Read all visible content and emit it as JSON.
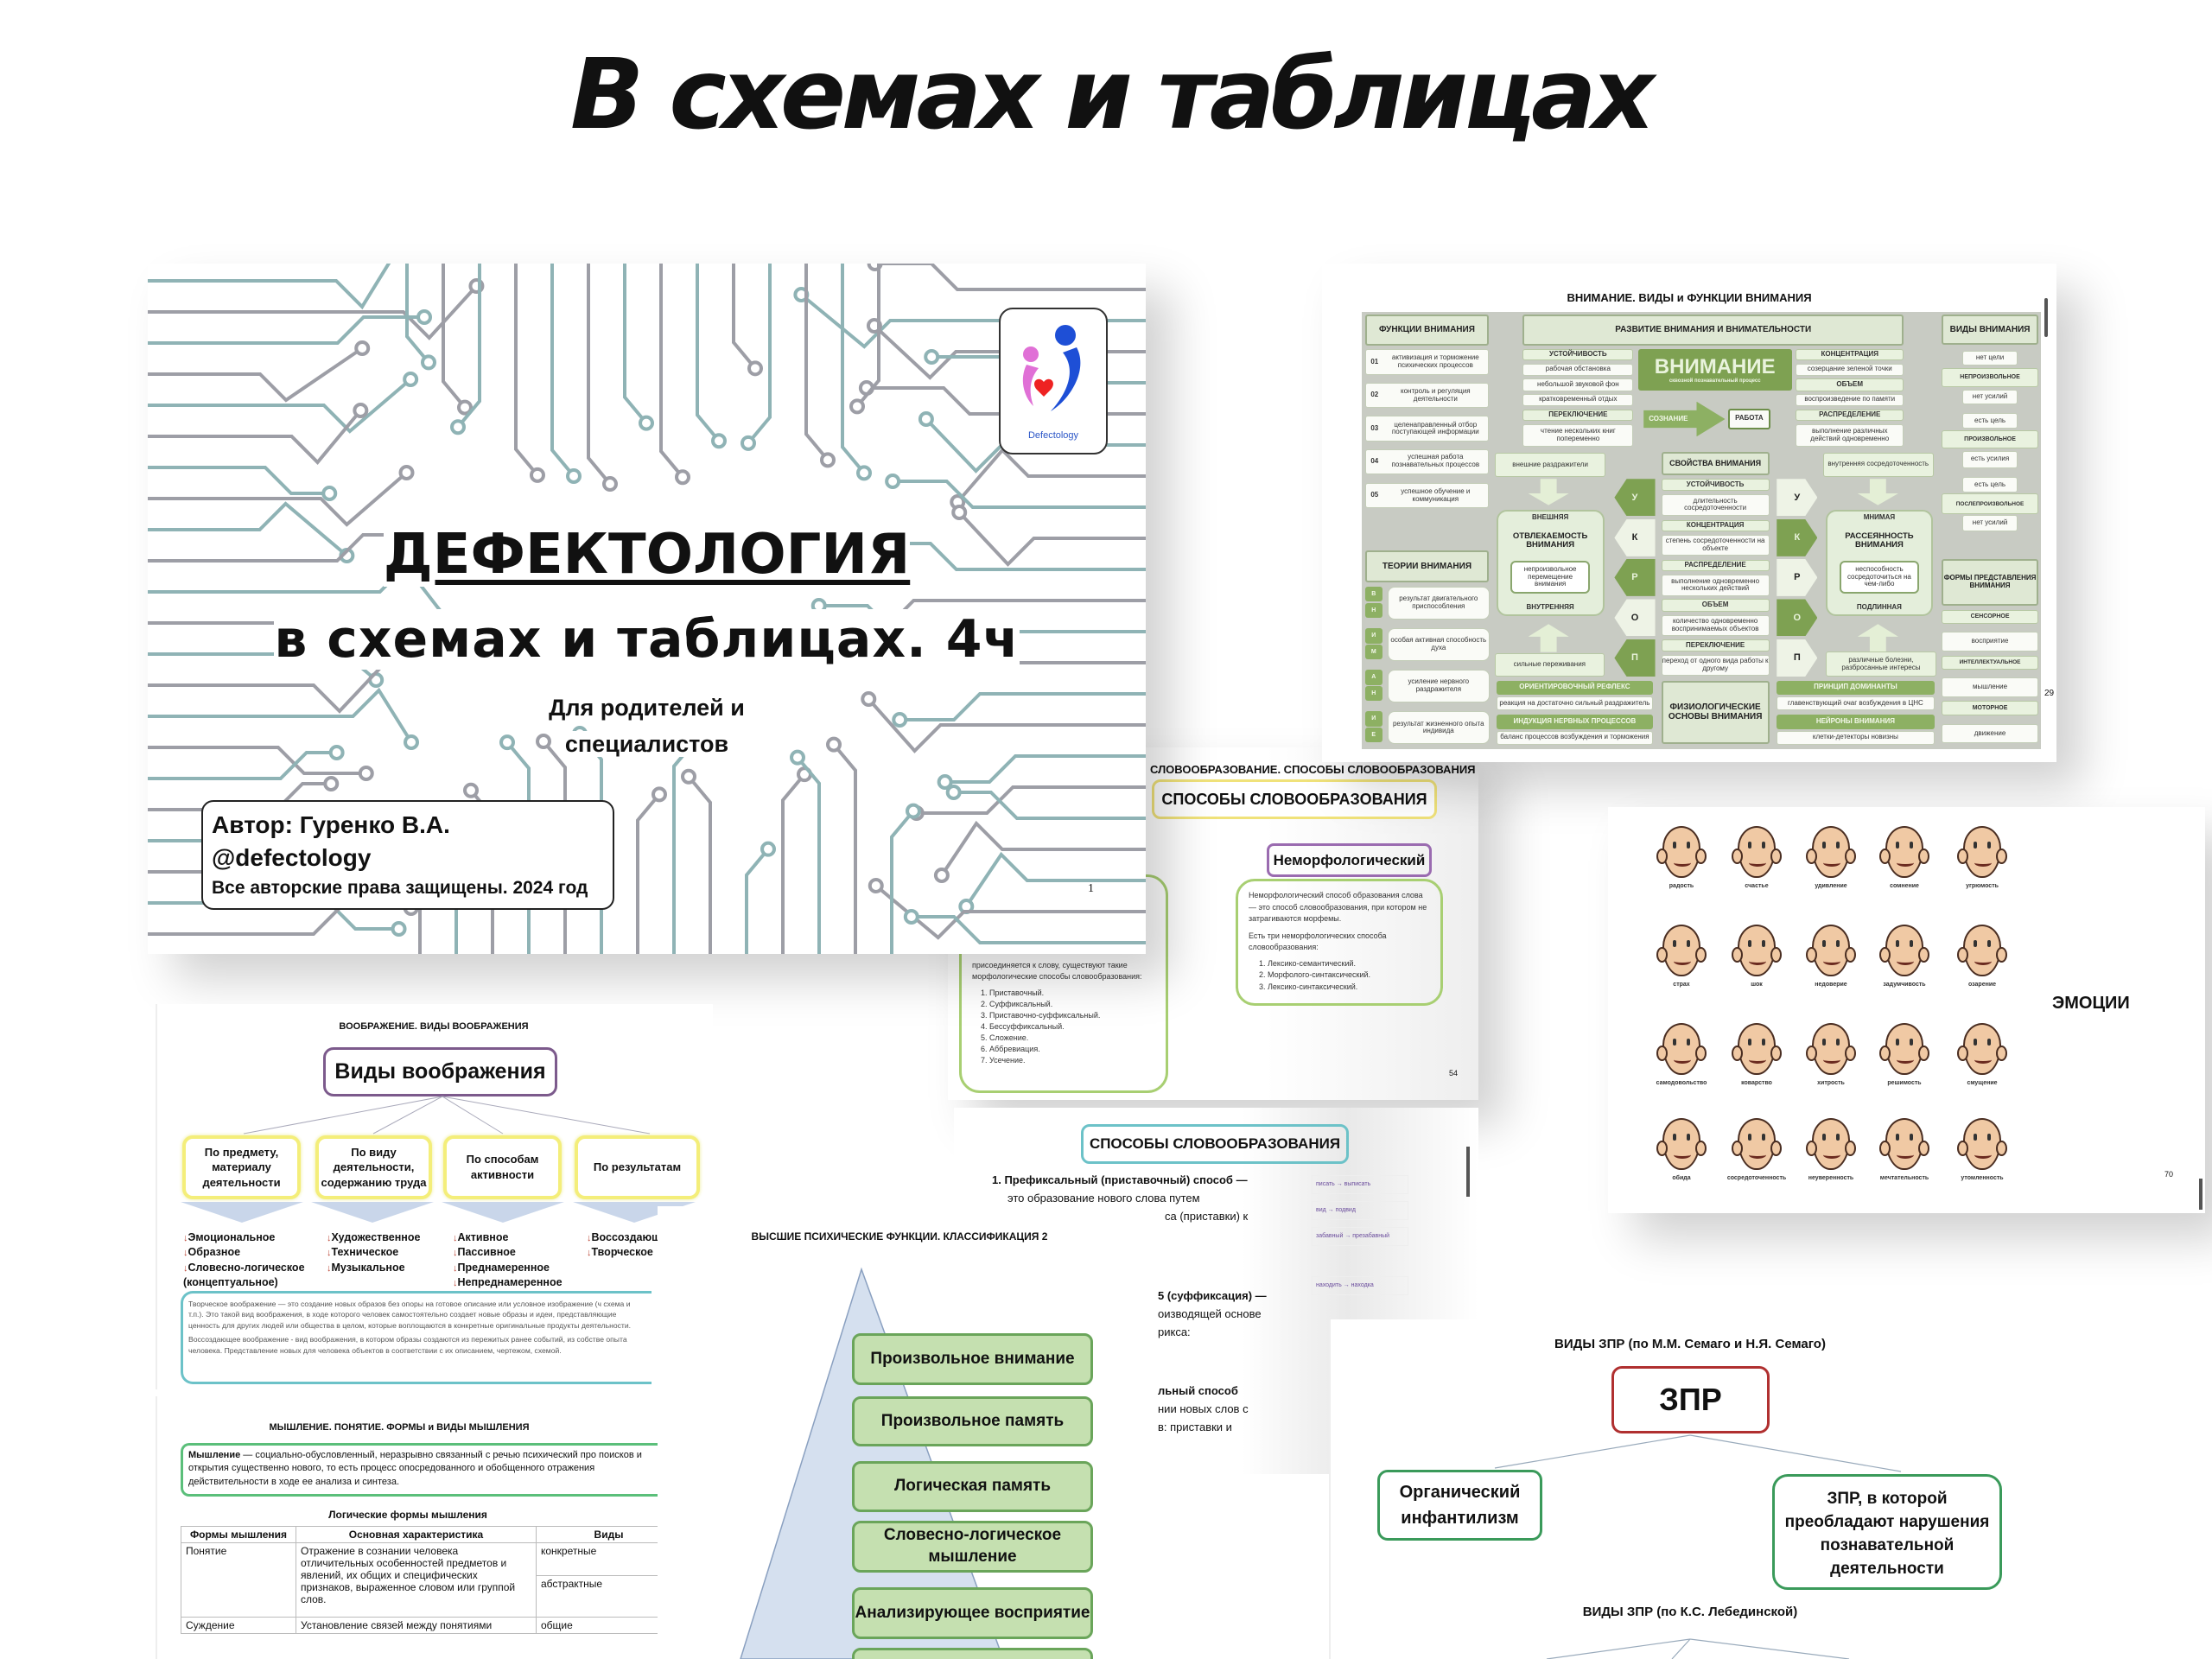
{
  "heading": "В схемах и таблицах",
  "cover": {
    "title": "ДЕФЕКТОЛОГИЯ",
    "subtitle": "в схемах и таблицах. 4ч",
    "audience_line1": "Для родителей и",
    "audience_line2": "специалистов",
    "author": "Автор: Гуренко В.А.",
    "handle": "@defectology",
    "copyright": "Все авторские права защищены. 2024 год",
    "logo_text": "Defectology",
    "page_number": "1",
    "colors": {
      "teal": "#8fb3b5",
      "grey": "#9d9ea6"
    }
  },
  "attention": {
    "title": "ВНИМАНИЕ. ВИДЫ и ФУНКЦИИ ВНИМАНИЯ",
    "functions_header": "ФУНКЦИИ ВНИМАНИЯ",
    "functions": [
      {
        "num": "01",
        "text": "активизация и торможение психических процессов"
      },
      {
        "num": "02",
        "text": "контроль и регуляция деятельности"
      },
      {
        "num": "03",
        "text": "целенаправленный отбор поступающей информации"
      },
      {
        "num": "04",
        "text": "успешная работа познавательных процессов"
      },
      {
        "num": "05",
        "text": "успешное обучение и коммуникация"
      }
    ],
    "development_header": "РАЗВИТИЕ ВНИМАНИЯ И ВНИМАТЕЛЬНОСТИ",
    "dev_left": [
      "УСТОЙЧИВОСТЬ",
      "рабочая обстановка",
      "небольшой звуковой фон",
      "кратковременный отдых",
      "ПЕРЕКЛЮЧЕНИЕ",
      "чтение нескольких книг попеременно"
    ],
    "dev_right": [
      "КОНЦЕНТРАЦИЯ",
      "созерцание зеленой точки",
      "ОБЪЕМ",
      "воспроизведение по памяти",
      "РАСПРЕДЕЛЕНИЕ",
      "выполнение различных действий одновременно"
    ],
    "center_title": "ВНИМАНИЕ",
    "center_subtitle": "сквозной познавательный процесс",
    "consciousness": "СОЗНАНИЕ",
    "work": "РАБОТА",
    "external_stimuli": "внешние раздражители",
    "properties_header": "СВОЙСТВА ВНИМАНИЯ",
    "internal_focus": "внутренняя сосредоточенность",
    "properties": [
      {
        "name": "УСТОЙЧИВОСТЬ",
        "desc": "длительность сосредоточенности"
      },
      {
        "name": "КОНЦЕНТРАЦИЯ",
        "desc": "степень сосредоточенности на объекте"
      },
      {
        "name": "РАСПРЕДЕЛЕНИЕ",
        "desc": "выполнение одновременно нескольких действий"
      },
      {
        "name": "ОБЪЕМ",
        "desc": "количество одновременно воспринимаемых объектов"
      },
      {
        "name": "ПЕРЕКЛЮЧЕНИЕ",
        "desc": "переход от одного вида работы к другому"
      }
    ],
    "chevron_letters": [
      "У",
      "К",
      "Р",
      "О",
      "П"
    ],
    "distractibility": {
      "top": "ВНЕШНЯЯ",
      "title": "ОТВЛЕКАЕМОСТЬ ВНИМАНИЯ",
      "desc": "непроизвольное перемещение внимания",
      "bottom": "ВНУТРЕННЯЯ"
    },
    "absentmindedness": {
      "top": "МНИМАЯ",
      "title": "РАССЕЯННОСТЬ ВНИМАНИЯ",
      "desc": "неспособность сосредоточиться на чем-либо",
      "bottom": "ПОДЛИННАЯ"
    },
    "strong_emotions": "сильные переживания",
    "diseases": "различные болезни, разбросанные интересы",
    "physiology": {
      "left": [
        "ОРИЕНТИРОВОЧНЫЙ РЕФЛЕКС",
        "реакция на достаточно сильный раздражитель",
        "ИНДУКЦИЯ НЕРВНЫХ ПРОЦЕССОВ",
        "баланс процессов возбуждения и торможения"
      ],
      "center": "ФИЗИОЛОГИЧЕСКИЕ ОСНОВЫ ВНИМАНИЯ",
      "right": [
        "ПРИНЦИП ДОМИНАНТЫ",
        "главенствующий очаг возбуждения в ЦНС",
        "НЕЙРОНЫ ВНИМАНИЯ",
        "клетки-детекторы новизны"
      ]
    },
    "theories_header": "ТЕОРИИ ВНИМАНИЯ",
    "theory_letters": [
      "В",
      "Н",
      "И",
      "М",
      "А",
      "Н",
      "И",
      "Е"
    ],
    "theories": [
      "результат двигательного приспособления",
      "особая активная способность духа",
      "усиление нервного раздражителя",
      "результат жизненного опыта индивида"
    ],
    "types_header": "ВИДЫ ВНИМАНИЯ",
    "types": [
      "нет цели",
      "НЕПРОИЗВОЛЬНОЕ",
      "нет усилий",
      "есть цель",
      "ПРОИЗВОЛЬНОЕ",
      "есть усилия",
      "есть цель",
      "ПОСЛЕПРОИЗВОЛЬНОЕ",
      "нет усилий"
    ],
    "forms_header": "ФОРМЫ ПРЕДСТАВЛЕНИЯ ВНИМАНИЯ",
    "forms": [
      "СЕНСОРНОЕ",
      "восприятие",
      "ИНТЕЛЛЕКТУАЛЬНОЕ",
      "мышление",
      "МОТОРНОЕ",
      "движение"
    ],
    "page_number": "29"
  },
  "word_formation_1": {
    "title": "СЛОВООБРАЗОВАНИЕ. СПОСОБЫ СЛОВООБРАЗОВАНИЯ",
    "box_title": "СПОСОБЫ СЛОВООБРАЗОВАНИЯ",
    "left_text": "присоединяется к слову, существуют такие морфологические способы словообразования:",
    "left_list": [
      "1. Приставочный.",
      "2. Суффиксальный.",
      "3. Приставочно-суффиксальный.",
      "4. Бессуффиксальный.",
      "5. Сложение.",
      "6. Аббревиация.",
      "7. Усечение."
    ],
    "nonmorph_title": "Неморфологический",
    "nonmorph_text": "Неморфологический способ образования слова — это способ словообразования, при котором не затрагиваются морфемы.",
    "nonmorph_text2": "Есть три неморфологических способа словообразования:",
    "nonmorph_list": [
      "1. Лексико-семантический.",
      "2. Морфолого-синтаксический.",
      "3. Лексико-синтаксический."
    ],
    "page_number": "54"
  },
  "emotions": {
    "title": "ЭМОЦИИ",
    "labels": [
      "радость",
      "счастье",
      "удивление",
      "сомнение",
      "угрюмость",
      "страх",
      "шок",
      "недоверие",
      "задумчивость",
      "озарение",
      "самодовольство",
      "коварство",
      "хитрость",
      "решимость",
      "смущение",
      "обида",
      "сосредоточенность",
      "неуверенность",
      "мечтательность",
      "утомленность"
    ],
    "page_number": "70"
  },
  "imagination": {
    "title": "ВООБРАЖЕНИЕ. ВИДЫ ВООБРАЖЕНИЯ",
    "root": "Виды воображения",
    "categories": [
      {
        "label": "По предмету, материалу деятельности",
        "items": [
          "Эмоциональное",
          "Образное",
          "Словесно-логическое (концептуальное)"
        ]
      },
      {
        "label": "По виду деятельности, содержанию труда",
        "items": [
          "Художественное",
          "Техническое",
          "Музыкальное"
        ]
      },
      {
        "label": "По способам активности",
        "items": [
          "Активное",
          "Пассивное",
          "Преднамеренное",
          "Непреднамеренное"
        ]
      },
      {
        "label": "По результатам",
        "items": [
          "Воссоздающ",
          "Творческое"
        ]
      }
    ],
    "note1": "Творческое воображение — это создание новых образов без опоры на готовое описание или условное изображение (ч схема и т.п.). Это такой вид воображения, в ходе которого человек самостоятельно создает новые образы и идеи, представляющие ценность для других людей или общества в целом, которые воплощаются в конкретные оригинальные продукты деятельности.",
    "note2": "Воссоздающее воображение - вид воображения, в котором образы создаются из пережитых ранее событий, из собстве опыта человека. Представление новых для человека объектов в соответствии с их описанием, чертежом, схемой."
  },
  "thinking": {
    "title": "МЫШЛЕНИЕ. ПОНЯТИЕ. ФОРМЫ и ВИДЫ МЫШЛЕНИЯ",
    "definition_term": "Мышление",
    "definition": " — социально-обусловленный, неразрывно связанный с речью психический про поисков и открытия существенно нового, то есть процесс опосредованного и обобщенного отражения действительности в ходе ее анализа и синтеза.",
    "table_title": "Логические формы мышления",
    "columns": [
      "Формы мышления",
      "Основная характеристика",
      "Виды"
    ],
    "rows": [
      {
        "form": "Понятие",
        "desc": "Отражение в сознании человека отличительных особенностей предметов и явлений, их общих и специфических признаков, выраженное словом или группой слов.",
        "kinds": [
          "конкретные",
          "абстрактные"
        ]
      },
      {
        "form": "Суждение",
        "desc": "Установление связей между понятиями",
        "kinds": [
          "общие"
        ]
      }
    ]
  },
  "higher_functions": {
    "title": "ВЫСШИЕ ПСИХИЧЕСКИЕ ФУНКЦИИ. КЛАССИФИКАЦИЯ 2",
    "levels": [
      "Произвольное внимание",
      "Произвольное память",
      "Логическая память",
      "Словесно-логическое мышление",
      "Анализирующее восприятие"
    ]
  },
  "word_formation_2": {
    "title": "СПОСОБЫ СЛОВООБРАЗОВАНИЯ",
    "item1_title": "1. Префиксальный (приставочный) способ —",
    "item1_line2": "это образование нового слова путем",
    "item1_line3": "са (приставки) к",
    "item2_line1": "5 (суффиксация) —",
    "item2_line2": "оизводящей основе",
    "item2_line3": "рикса:",
    "item3_line1": "льный способ",
    "item3_line2": "нии новых слов с",
    "item3_line3": "в: приставки и",
    "examples": [
      "писать → выписать",
      "вид → подвид",
      "забавный → презабавный",
      "находить → находка"
    ]
  },
  "zpr": {
    "title": "ВИДЫ ЗПР (по М.М. Семаго и Н.Я. Семаго)",
    "root": "ЗПР",
    "left": "Органический инфантилизм",
    "right": "ЗПР, в которой преобладают нарушения познавательной деятельности",
    "subtitle": "ВИДЫ ЗПР (по К.С. Лебединской)"
  }
}
